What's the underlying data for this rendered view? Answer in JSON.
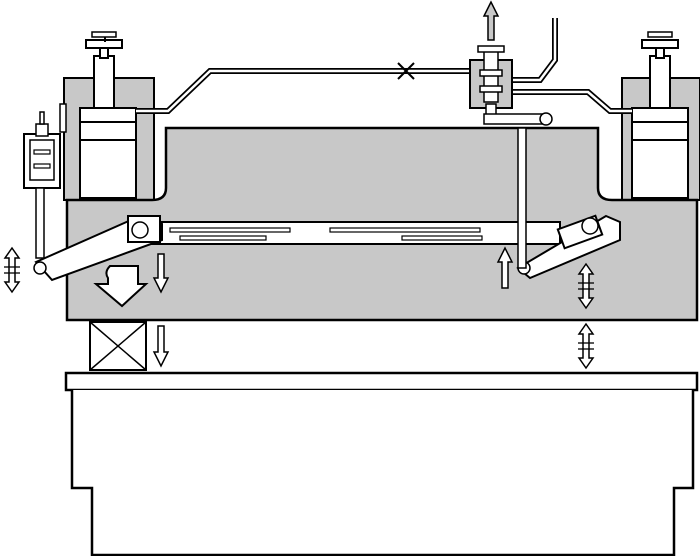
{
  "diagram": {
    "colors": {
      "body_fill": "#c8c8c8",
      "line": "#000000",
      "light": "#ffffff",
      "arrow_fill": "#c8c8c8"
    },
    "components": [
      "upper-beam",
      "lower-table",
      "left-cylinder",
      "right-cylinder",
      "left-valve-block",
      "right-valve-block",
      "torsion-bar",
      "left-lever",
      "right-lever",
      "workpiece-box"
    ]
  }
}
